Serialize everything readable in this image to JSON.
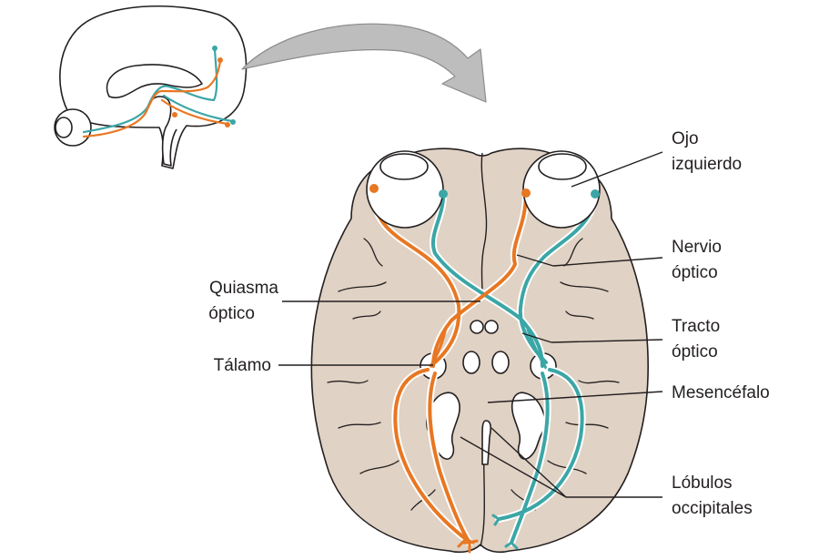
{
  "labels": {
    "left_eye_line1": "Ojo",
    "left_eye_line2": "izquierdo",
    "optic_nerve_line1": "Nervio",
    "optic_nerve_line2": "óptico",
    "optic_chiasm_line1": "Quiasma",
    "optic_chiasm_line2": "óptico",
    "optic_tract_line1": "Tracto",
    "optic_tract_line2": "óptico",
    "thalamus": "Tálamo",
    "midbrain": "Mesencéfalo",
    "occipital_line1": "Lóbulos",
    "occipital_line2": "occipitales"
  },
  "colors": {
    "brain_fill": "#e0d2c4",
    "outline": "#231f20",
    "orange_fiber": "#e87722",
    "teal_fiber": "#3ba6a6",
    "arrow_fill": "#bdbdbd",
    "arrow_stroke": "#8c8c8c",
    "background": "#ffffff"
  }
}
